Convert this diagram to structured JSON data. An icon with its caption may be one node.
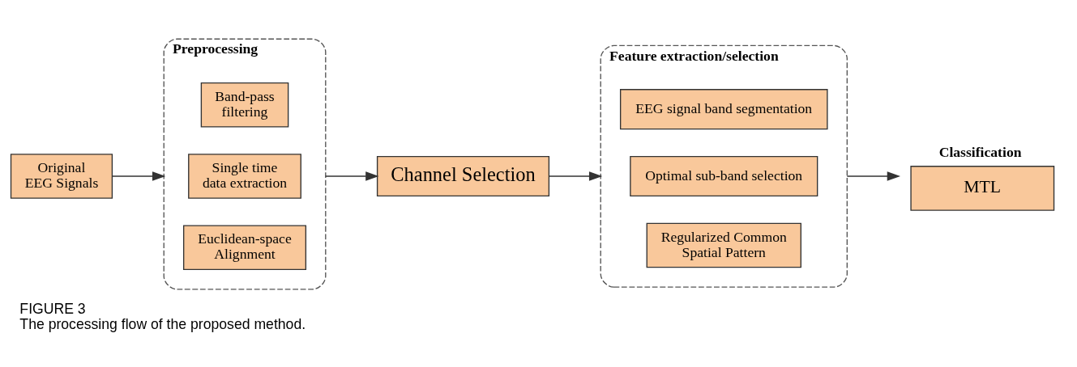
{
  "diagram": {
    "title": "FIGURE 3",
    "caption": "The processing flow of the proposed method.",
    "nodes": [
      {
        "text": [
          "Original EEG Signals"
        ]
      },
      {
        "text": [
          "Preprocessing"
        ]
      },
      {
        "text": [
          "Band-pass filtering"
        ],
        "in": 1
      },
      {
        "text": [
          "Single time data extraction"
        ],
        "in": 1
      },
      {
        "text": [
          "Euclidean-space Alignment"
        ],
        "in": 1
      },
      {
        "text": [
          "Channel Selection"
        ]
      },
      {
        "text": [
          "Feature extraction/selection"
        ]
      },
      {
        "text": [
          "EEG signal band segmentation"
        ],
        "in": 6
      },
      {
        "text": [
          "Optimal sub-band selection"
        ],
        "in": 6
      },
      {
        "text": [
          "Regularized Common Spatial Pattern"
        ],
        "in": 6
      },
      {
        "text": [
          "Classification",
          "MTL"
        ]
      }
    ],
    "edges": [
      {
        "from": 0,
        "to": 1,
        "arrow": "to"
      },
      {
        "from": 1,
        "to": 5,
        "arrow": "to"
      },
      {
        "from": 5,
        "to": 6,
        "arrow": "to"
      },
      {
        "from": 6,
        "to": 10,
        "arrow": "to"
      }
    ]
  }
}
